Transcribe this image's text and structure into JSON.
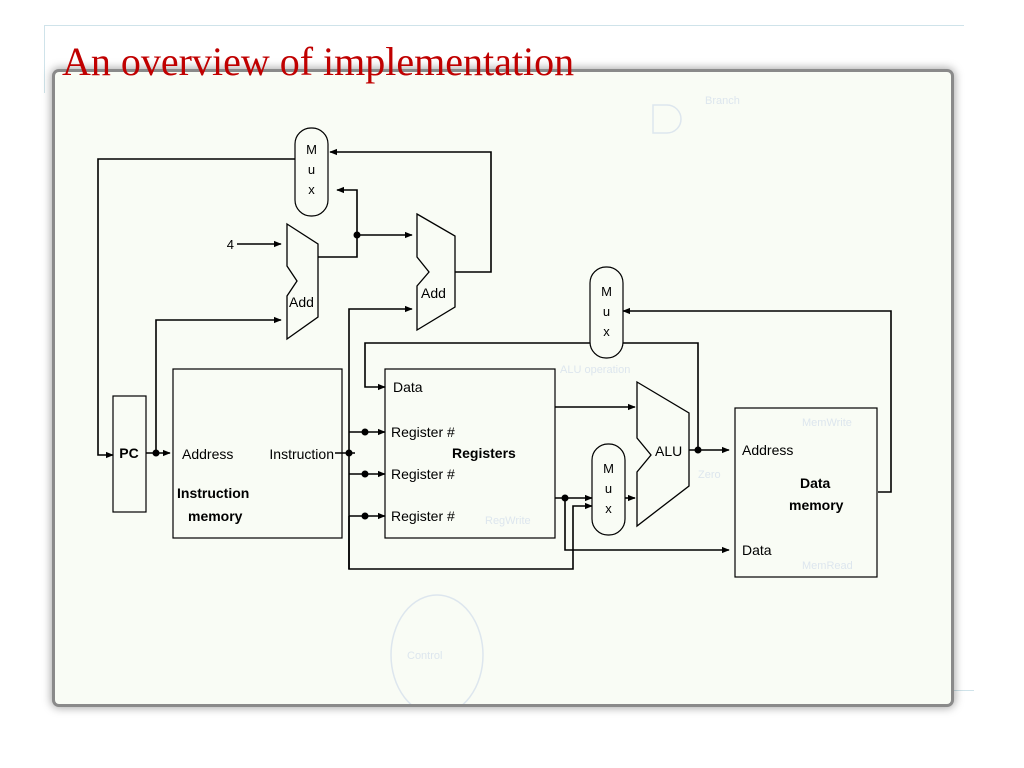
{
  "slide": {
    "title": "An overview of implementation"
  },
  "diagram": {
    "pc": "PC",
    "const_four": "4",
    "add_label": "Add",
    "mux_letters": [
      "M",
      "u",
      "x"
    ],
    "instruction_memory": {
      "address": "Address",
      "instruction": "Instruction",
      "title_line1": "Instruction",
      "title_line2": "memory"
    },
    "registers": {
      "data": "Data",
      "register_num": "Register #",
      "title": "Registers"
    },
    "alu": "ALU",
    "data_memory": {
      "address": "Address",
      "data": "Data",
      "title_line1": "Data",
      "title_line2": "memory"
    },
    "faint": {
      "branch": "Branch",
      "alu_operation": "ALU operation",
      "mem_write": "MemWrite",
      "zero": "Zero",
      "reg_write": "RegWrite",
      "mem_read": "MemRead",
      "control": "Control"
    }
  },
  "colors": {
    "title": "#c00000",
    "line": "#000000",
    "panel": "#f9fcf5",
    "faint": "#dde6ee"
  }
}
